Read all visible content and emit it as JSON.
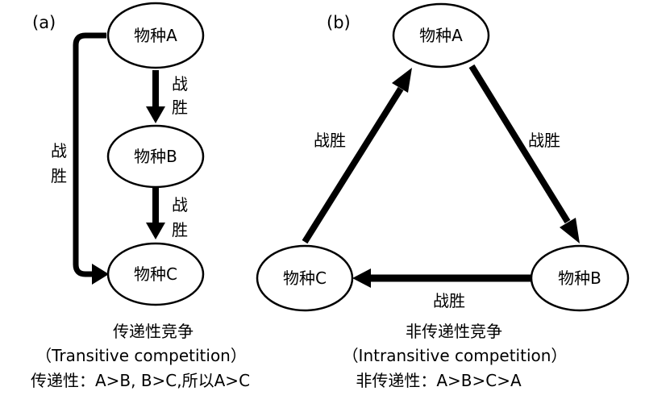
{
  "panel_a": {
    "label": "(a)",
    "nodes": {
      "a": "物种A",
      "b": "物种B",
      "c": "物种C"
    },
    "edges": {
      "a_b": [
        "战",
        "胜"
      ],
      "b_c": [
        "战",
        "胜"
      ],
      "a_c": [
        "战",
        "胜"
      ]
    },
    "caption": {
      "title": "传递性竞争",
      "subtitle": "（Transitive competition）",
      "rule": "传递性：A>B, B>C,所以A>C"
    }
  },
  "panel_b": {
    "label": "(b)",
    "nodes": {
      "a": "物种A",
      "b": "物种B",
      "c": "物种C"
    },
    "edges": {
      "c_a": "战胜",
      "a_b": "战胜",
      "b_c": "战胜"
    },
    "caption": {
      "title": "非传递性竞争",
      "subtitle": "（Intransitive competition）",
      "rule": "非传递性：A>B>C>A"
    }
  }
}
